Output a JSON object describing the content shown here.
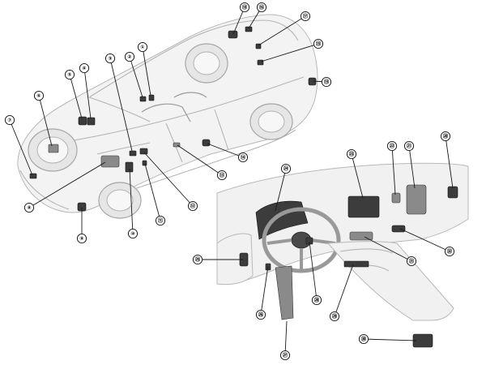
{
  "callouts": [
    {
      "id": "1",
      "label": "①"
    },
    {
      "id": "2",
      "label": "②"
    },
    {
      "id": "3",
      "label": "③"
    },
    {
      "id": "4",
      "label": "④"
    },
    {
      "id": "5",
      "label": "⑤"
    },
    {
      "id": "6",
      "label": "⑥"
    },
    {
      "id": "7",
      "label": "⑦"
    },
    {
      "id": "8",
      "label": "⑧"
    },
    {
      "id": "9",
      "label": "⑨"
    },
    {
      "id": "10",
      "label": "⑩"
    },
    {
      "id": "11",
      "label": "⑪"
    },
    {
      "id": "12",
      "label": "⑫"
    },
    {
      "id": "13",
      "label": "⑬"
    },
    {
      "id": "14",
      "label": "⑭"
    },
    {
      "id": "15",
      "label": "⑮"
    },
    {
      "id": "16",
      "label": "⑯"
    },
    {
      "id": "17",
      "label": "⑰"
    },
    {
      "id": "18",
      "label": "⑱"
    },
    {
      "id": "19",
      "label": "⑲"
    },
    {
      "id": "20",
      "label": "⑳"
    },
    {
      "id": "21",
      "label": "㉑"
    },
    {
      "id": "22",
      "label": "㉒"
    },
    {
      "id": "23",
      "label": "㉓"
    },
    {
      "id": "24",
      "label": "㉔"
    },
    {
      "id": "25",
      "label": "㉕"
    },
    {
      "id": "26",
      "label": "㉖"
    },
    {
      "id": "27",
      "label": "㉗"
    },
    {
      "id": "28",
      "label": "㉘"
    },
    {
      "id": "29",
      "label": "㉙"
    },
    {
      "id": "30",
      "label": "㉚"
    },
    {
      "id": "31",
      "label": "㉛"
    },
    {
      "id": "32",
      "label": "㉜"
    }
  ]
}
